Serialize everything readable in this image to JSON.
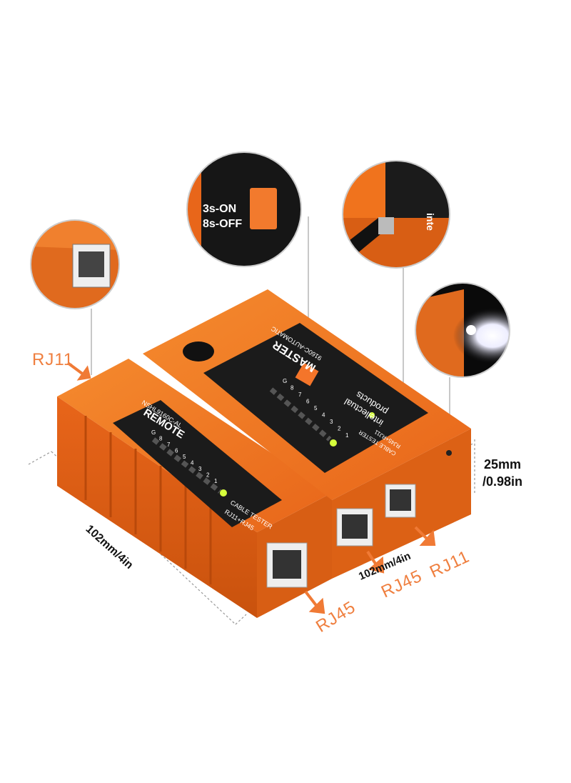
{
  "callouts": {
    "rj11_left": "RJ11",
    "rj45_bottom": "RJ45",
    "rj45_master": "RJ45",
    "rj11_master": "RJ11",
    "switch_on": "3s-ON",
    "switch_off": "8s-OFF"
  },
  "dimensions": {
    "height_mm": "25mm",
    "height_in": "/0.98in",
    "depth_left": "102mm/4in",
    "width_bottom": "102mm/4in"
  },
  "device": {
    "remote_title": "REMOTE",
    "remote_model": "NSHL9160C-AL",
    "remote_sub": "CABLE TESTER",
    "remote_sub2": "RJ11+RJ45",
    "master_title": "MASTER",
    "master_model": "9160C-AUTOMATIC",
    "master_brand1": "intellectual",
    "master_brand2": "products",
    "master_sub": "CABLE TESTER",
    "master_sub2": "RJ45+RJ11",
    "zoom_brand": "inte",
    "led_numbers": [
      "1",
      "2",
      "3",
      "4",
      "5",
      "6",
      "7",
      "8",
      "G"
    ]
  },
  "colors": {
    "orange": "#f0731d",
    "orange_dark": "#c4540c",
    "panel_black": "#1b1b1b",
    "led_green": "#d6ff3c",
    "callout": "#ef7f3f"
  }
}
